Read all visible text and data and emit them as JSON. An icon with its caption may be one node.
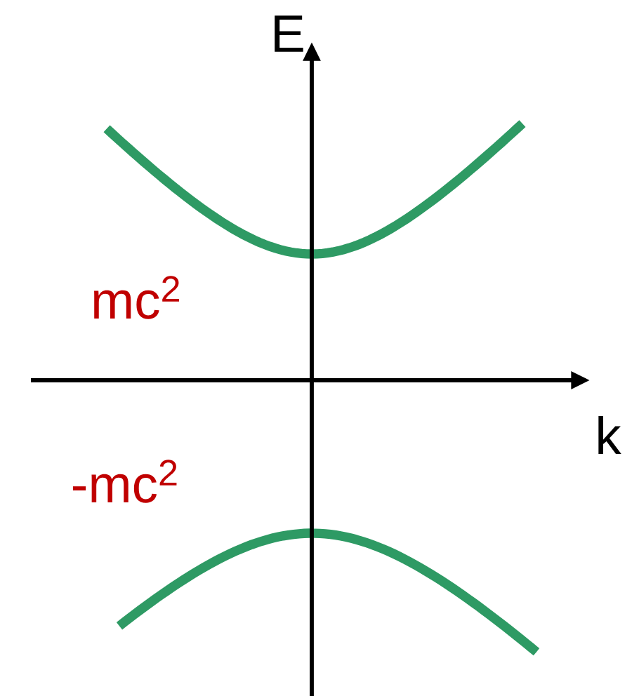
{
  "diagram": {
    "labels": [
      "E",
      "k",
      "mc$^{2}$",
      "-mc$^{2}$"
    ]
  }
}
